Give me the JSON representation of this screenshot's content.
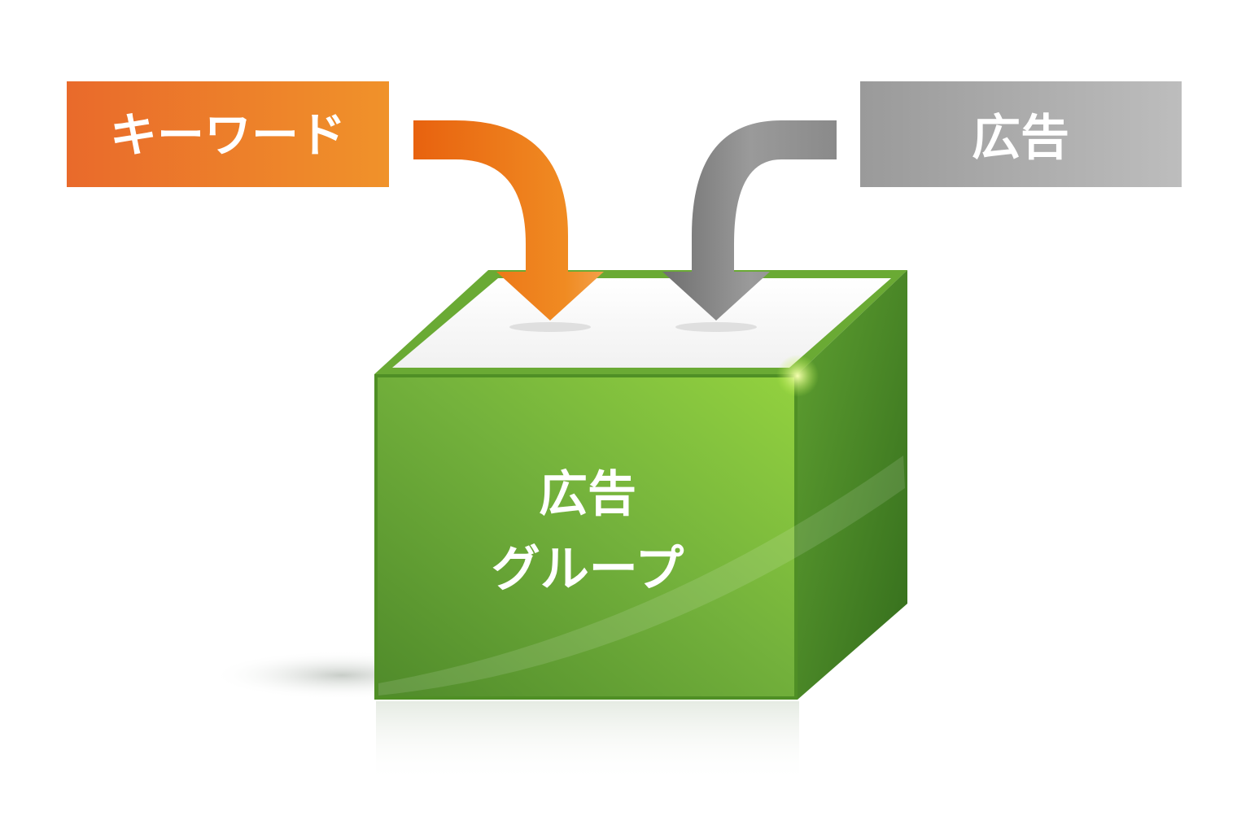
{
  "keyword_box": {
    "label": "キーワード",
    "color_start": "#ea6a28",
    "color_end": "#f08c2a"
  },
  "ad_box": {
    "label": "広告",
    "color_start": "#9a9a9a",
    "color_end": "#b8b8b8"
  },
  "ad_group_box": {
    "label_line1": "広告",
    "label_line2": "グループ",
    "color": "#6aaa34"
  },
  "keyword_arrow": {
    "direction": "down",
    "color": "#ec7a1c"
  },
  "ad_arrow": {
    "direction": "down",
    "color": "#8a8a8a"
  }
}
